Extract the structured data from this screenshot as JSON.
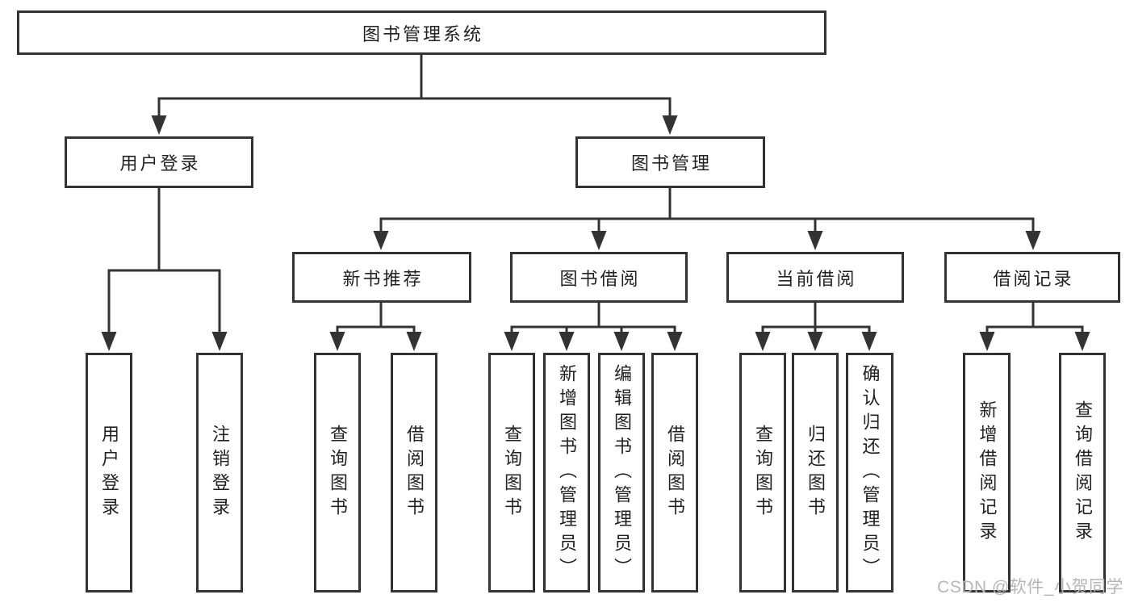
{
  "page": {
    "background": "#ffffff",
    "line_color": "#333333",
    "text_color": "#222222",
    "watermark_color": "#b6b6b6"
  },
  "watermark": {
    "text": "CSDN @软件_小贺同学"
  },
  "tree": {
    "root": {
      "label": "图书管理系统"
    },
    "children": [
      {
        "label": "用户登录",
        "children": [
          {
            "label": "用户登录"
          },
          {
            "label": "注销登录"
          }
        ]
      },
      {
        "label": "图书管理",
        "children": [
          {
            "label": "新书推荐",
            "children": [
              {
                "label": "查询图书"
              },
              {
                "label": "借阅图书"
              }
            ]
          },
          {
            "label": "图书借阅",
            "children": [
              {
                "label": "查询图书"
              },
              {
                "label": "新增图书（管理员）"
              },
              {
                "label": "编辑图书（管理员）"
              },
              {
                "label": "借阅图书"
              }
            ]
          },
          {
            "label": "当前借阅",
            "children": [
              {
                "label": "查询图书"
              },
              {
                "label": "归还图书"
              },
              {
                "label": "确认归还（管理员）"
              }
            ]
          },
          {
            "label": "借阅记录",
            "children": [
              {
                "label": "新增借阅记录"
              },
              {
                "label": "查询借阅记录"
              }
            ]
          }
        ]
      }
    ]
  }
}
